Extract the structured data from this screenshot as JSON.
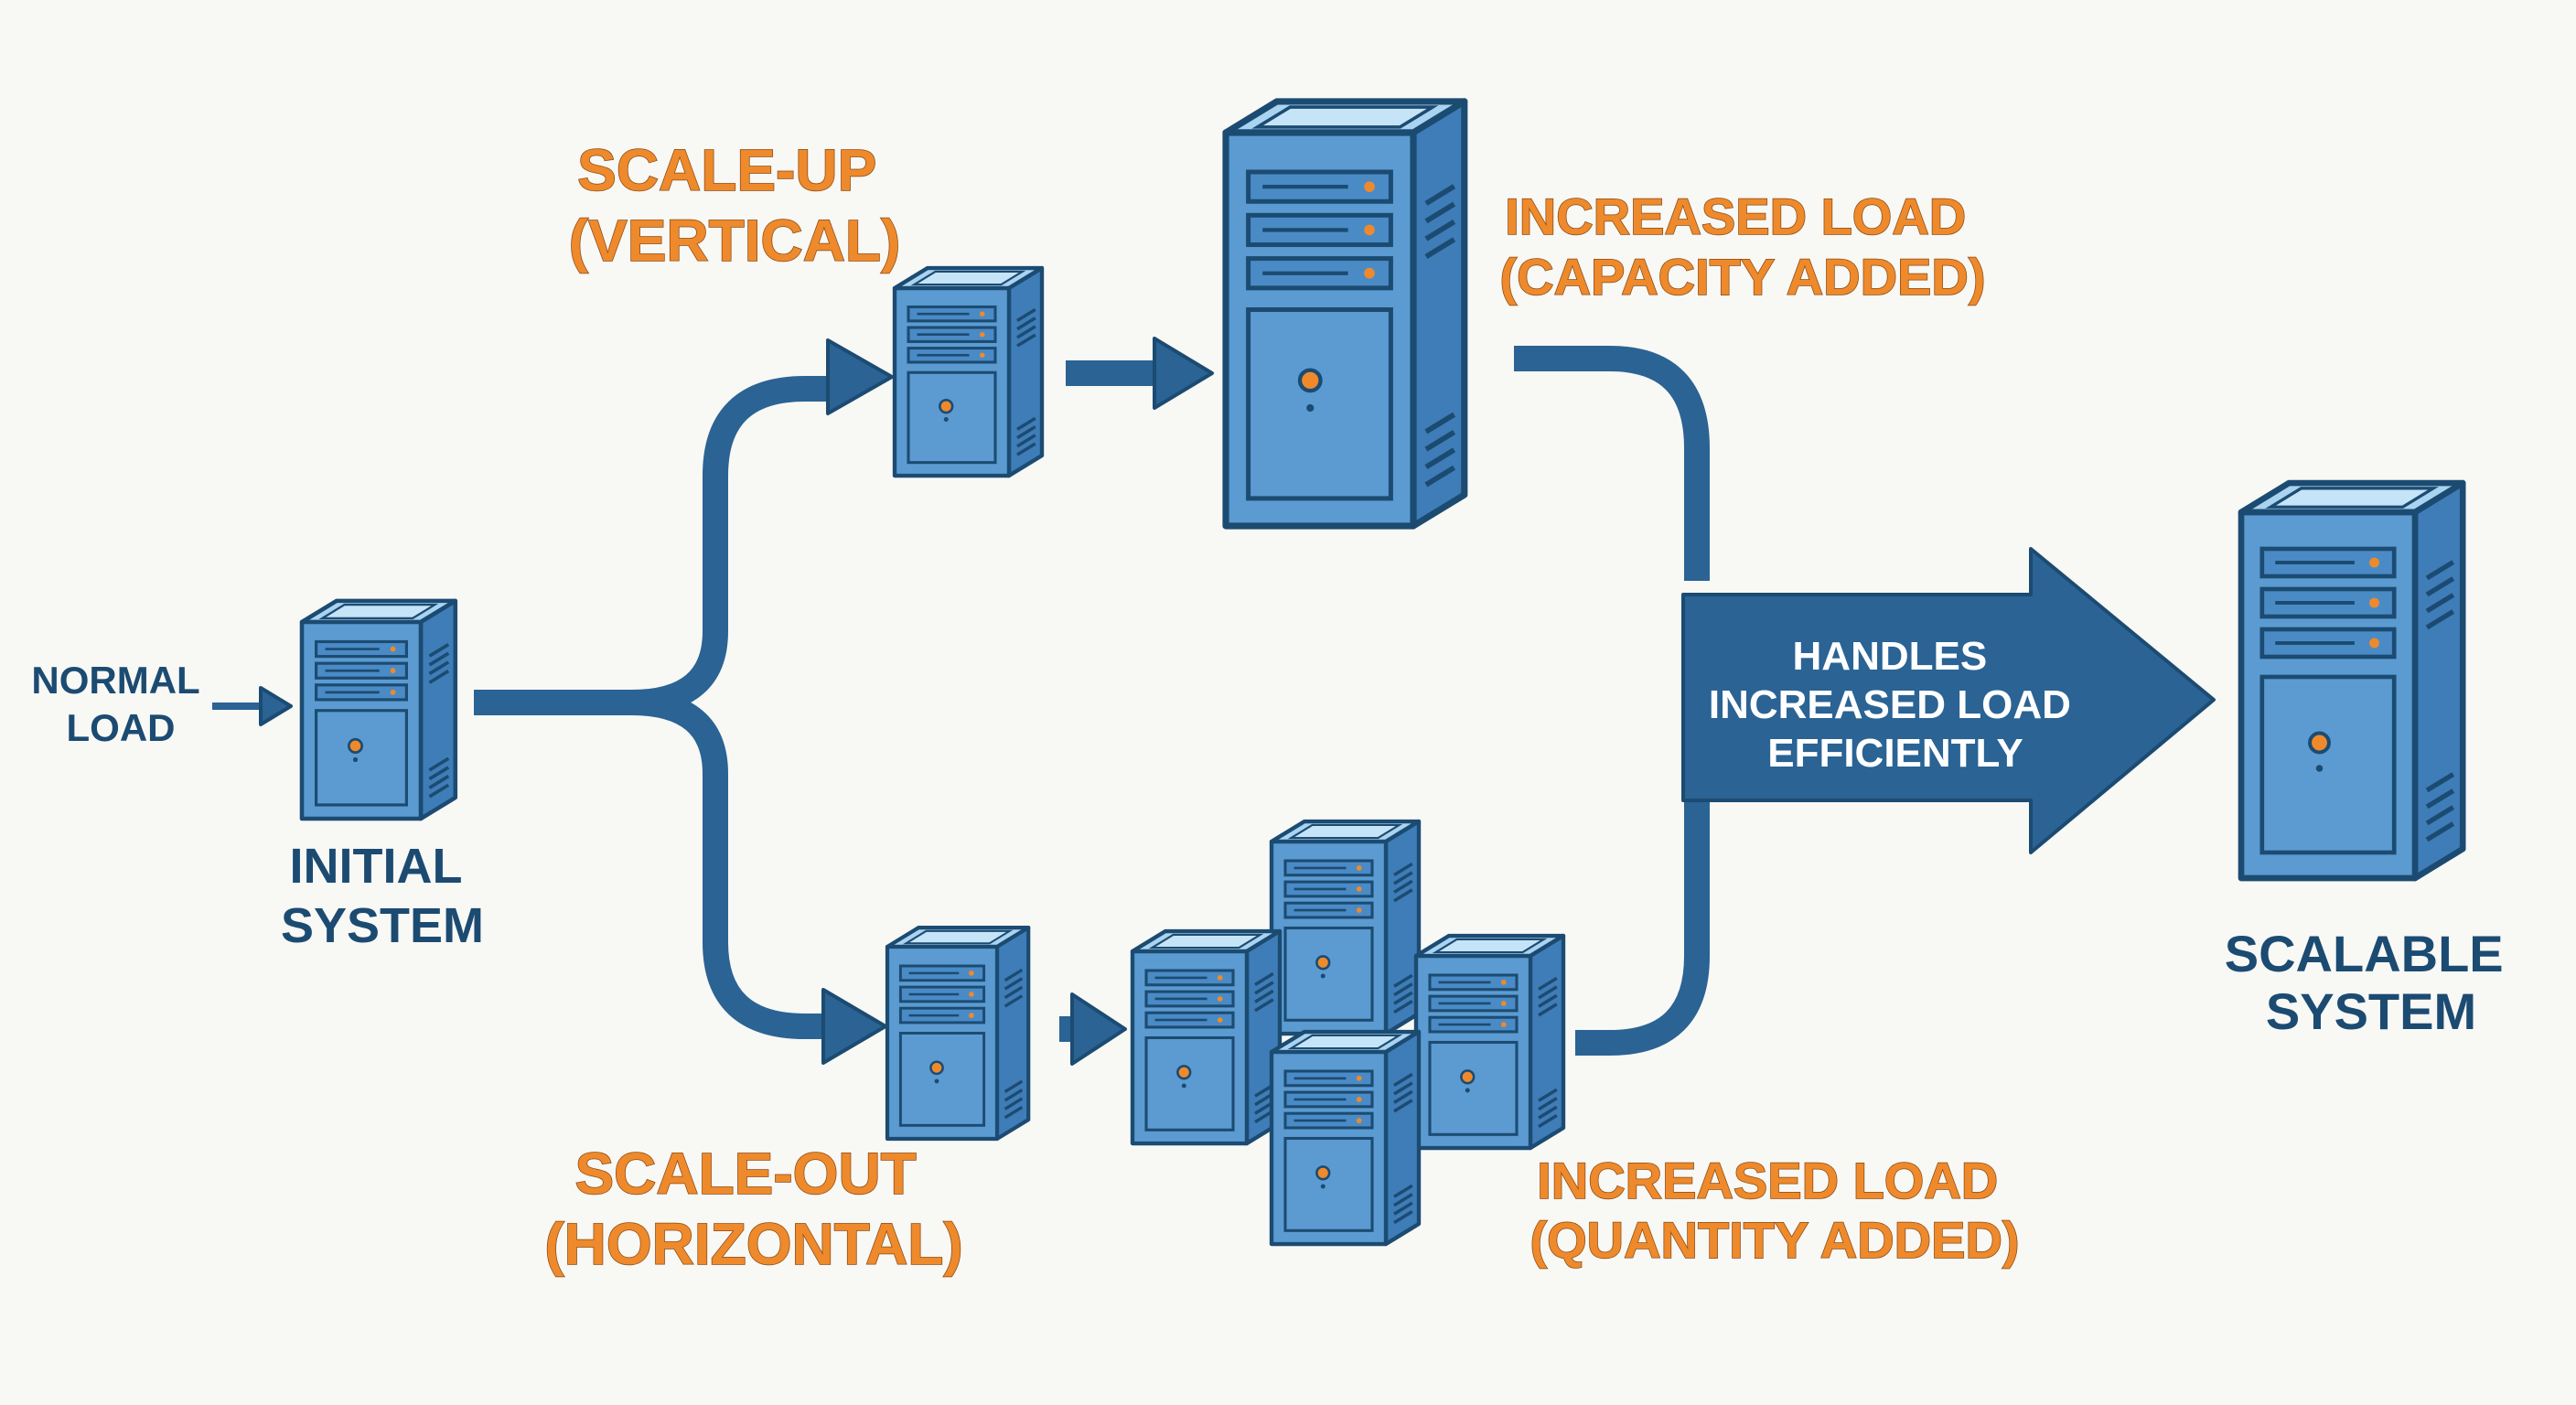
{
  "labels": {
    "normal_load": [
      "NORMAL",
      "LOAD"
    ],
    "initial_system": [
      "INITIAL",
      "SYSTEM"
    ],
    "scale_up": [
      "SCALE-UP",
      "(VERTICAL)"
    ],
    "capacity_added": [
      "INCREASED LOAD",
      "(CAPACITY ADDED)"
    ],
    "scale_out": [
      "SCALE-OUT",
      "(HORIZONTAL)"
    ],
    "quantity_added": [
      "INCREASED LOAD",
      "(QUANTITY ADDED)"
    ],
    "handles_load": [
      "HANDLES",
      "INCREASED LOAD",
      "EFFICIENTLY"
    ],
    "scalable_system": [
      "SCALABLE",
      "SYSTEM"
    ]
  },
  "colors": {
    "server_front": "#5b9bd1",
    "server_side": "#3f7db8",
    "server_top": "#a9d3f0",
    "outline": "#1c4b72",
    "flow": "#2a6394",
    "accent": "#ee8a2c"
  }
}
